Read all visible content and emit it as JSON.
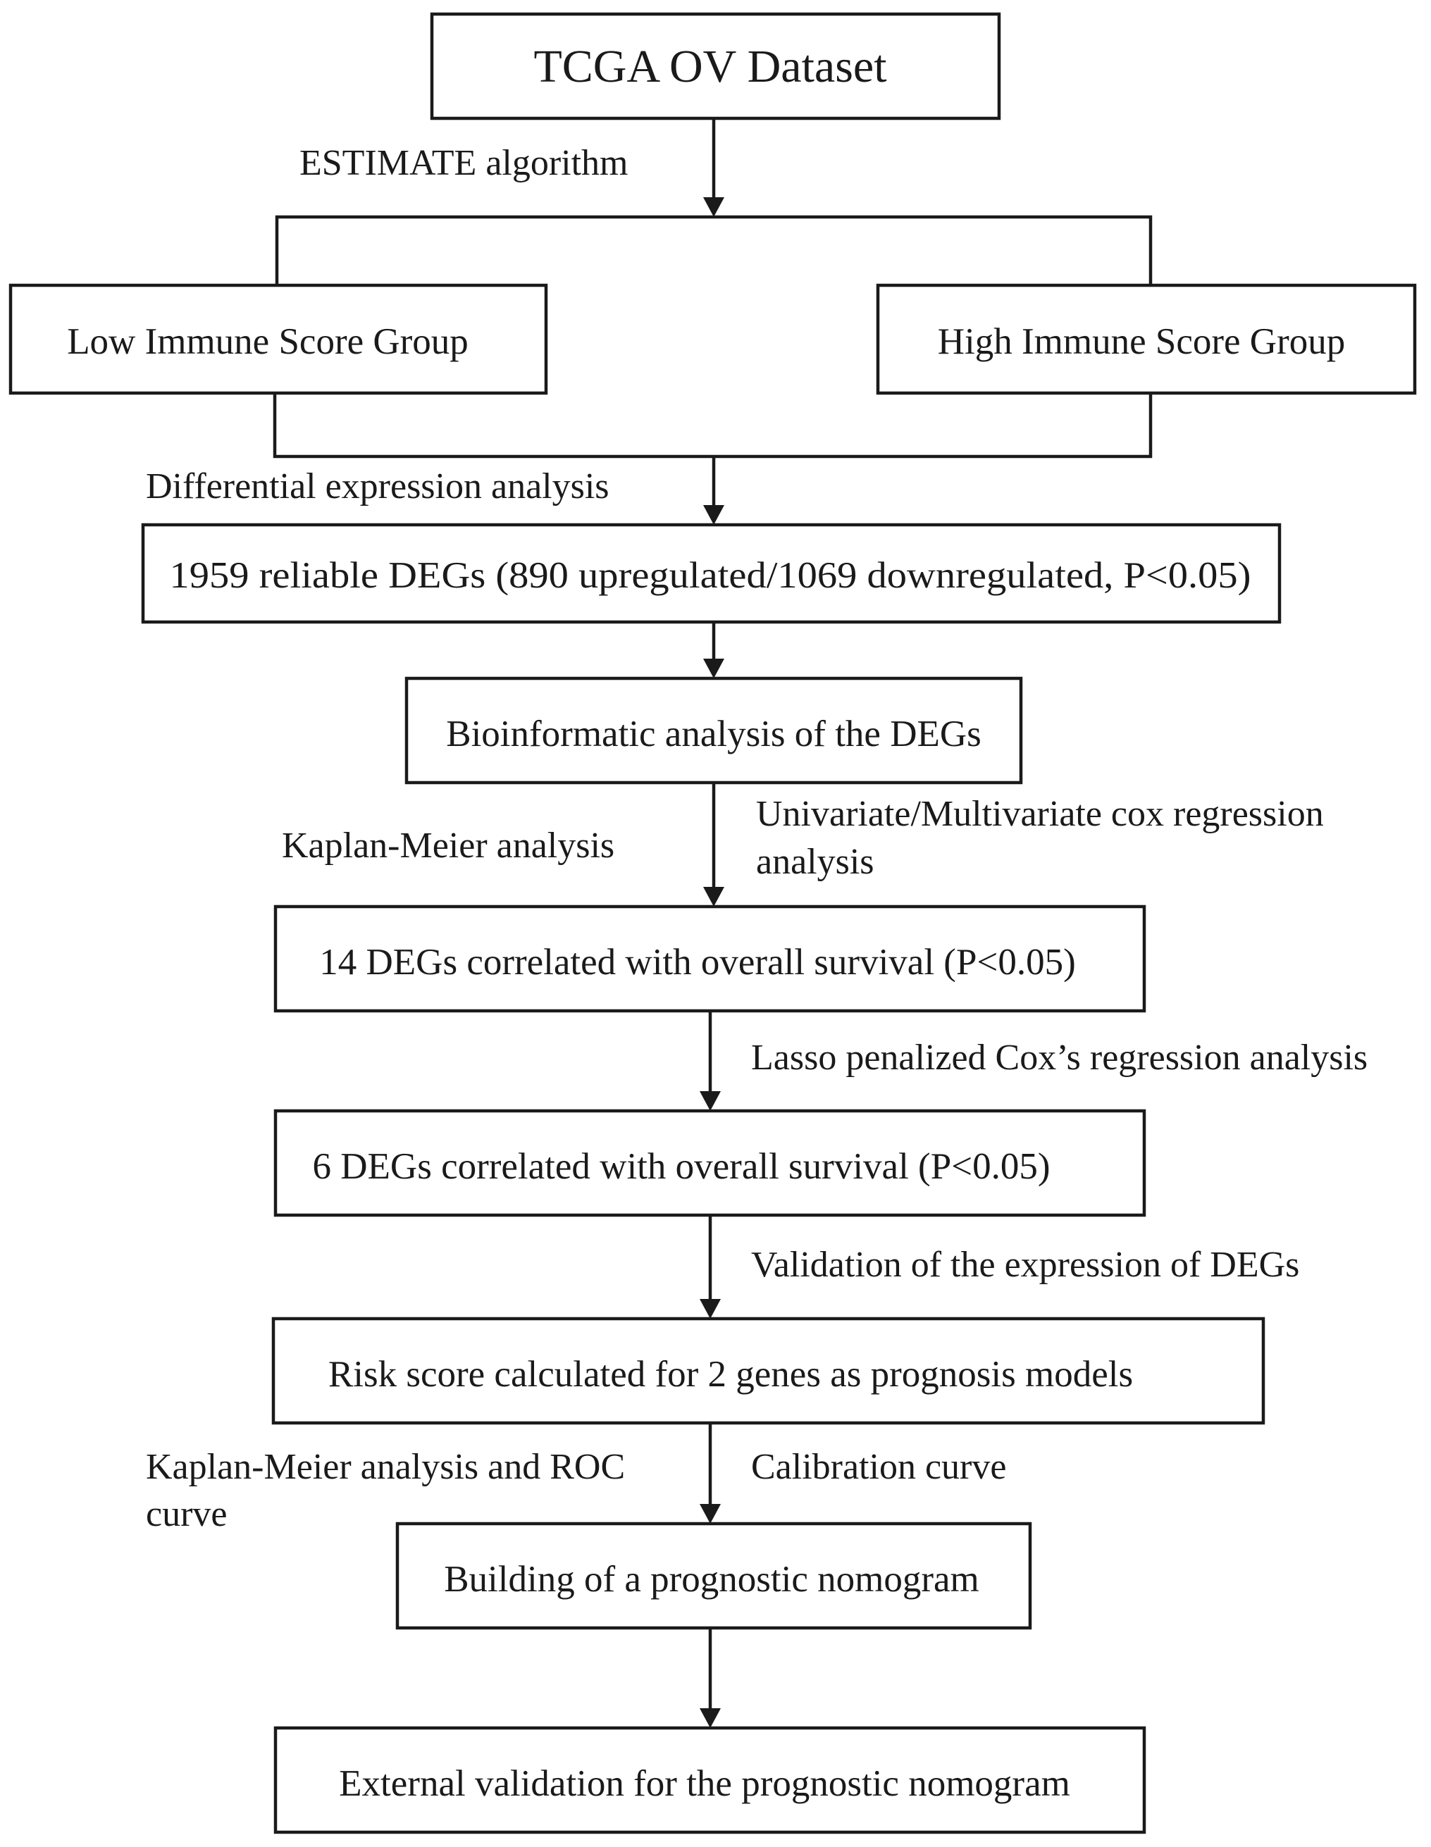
{
  "diagram": {
    "nodes": {
      "dataset": "TCGA OV Dataset",
      "low_group": "Low Immune Score Group",
      "high_group": "High Immune Score Group",
      "reliable_degs": "1959 reliable DEGs (890 upregulated/1069 downregulated, P<0.05)",
      "bioinformatic": "Bioinformatic analysis of the DEGs",
      "degs_14": "14 DEGs correlated with overall survival (P<0.05)",
      "degs_6": "6 DEGs correlated with overall survival (P<0.05)",
      "risk_score": "Risk score calculated for 2 genes as prognosis models",
      "nomogram": "Building of a prognostic nomogram",
      "external_validation": "External validation for the prognostic nomogram"
    },
    "labels": {
      "estimate": "ESTIMATE algorithm",
      "differential": "Differential expression analysis",
      "kaplan_meier": "Kaplan-Meier analysis",
      "cox_line1": "Univariate/Multivariate cox regression",
      "cox_line2": "analysis",
      "lasso": "Lasso penalized Cox’s regression analysis",
      "validation_expression": "Validation of the expression of DEGs",
      "km_roc_line1": "Kaplan-Meier analysis and ROC",
      "km_roc_line2": "curve",
      "calibration": "Calibration curve"
    }
  }
}
